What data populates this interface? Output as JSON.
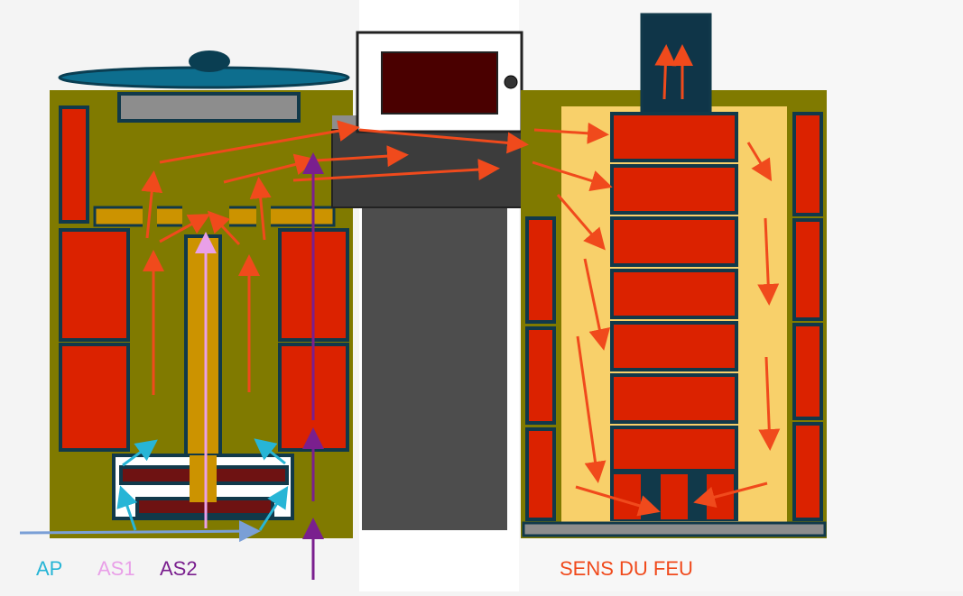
{
  "legend": {
    "ap": {
      "label": "AP",
      "color": "#27b5d6"
    },
    "as1": {
      "label": "AS1",
      "color": "#e9a0e8"
    },
    "as2": {
      "label": "AS2",
      "color": "#7a1f8e"
    },
    "fire": {
      "label": "SENS DU FEU",
      "color": "#f04a1c"
    }
  },
  "colors": {
    "olive": "#807a00",
    "brick": "#db2200",
    "brick_border": "#11394a",
    "cream": "#f8d06a",
    "gold": "#cc9300",
    "dark_grey": "#3c3c3c",
    "chimney_grey": "#4d4d4d",
    "steel": "#8d8d8d",
    "fan_blue": "#0d6e8e",
    "display_red": "#4a0000",
    "bg_white": "#ffffff",
    "bg_light": "#f4f4f4"
  }
}
